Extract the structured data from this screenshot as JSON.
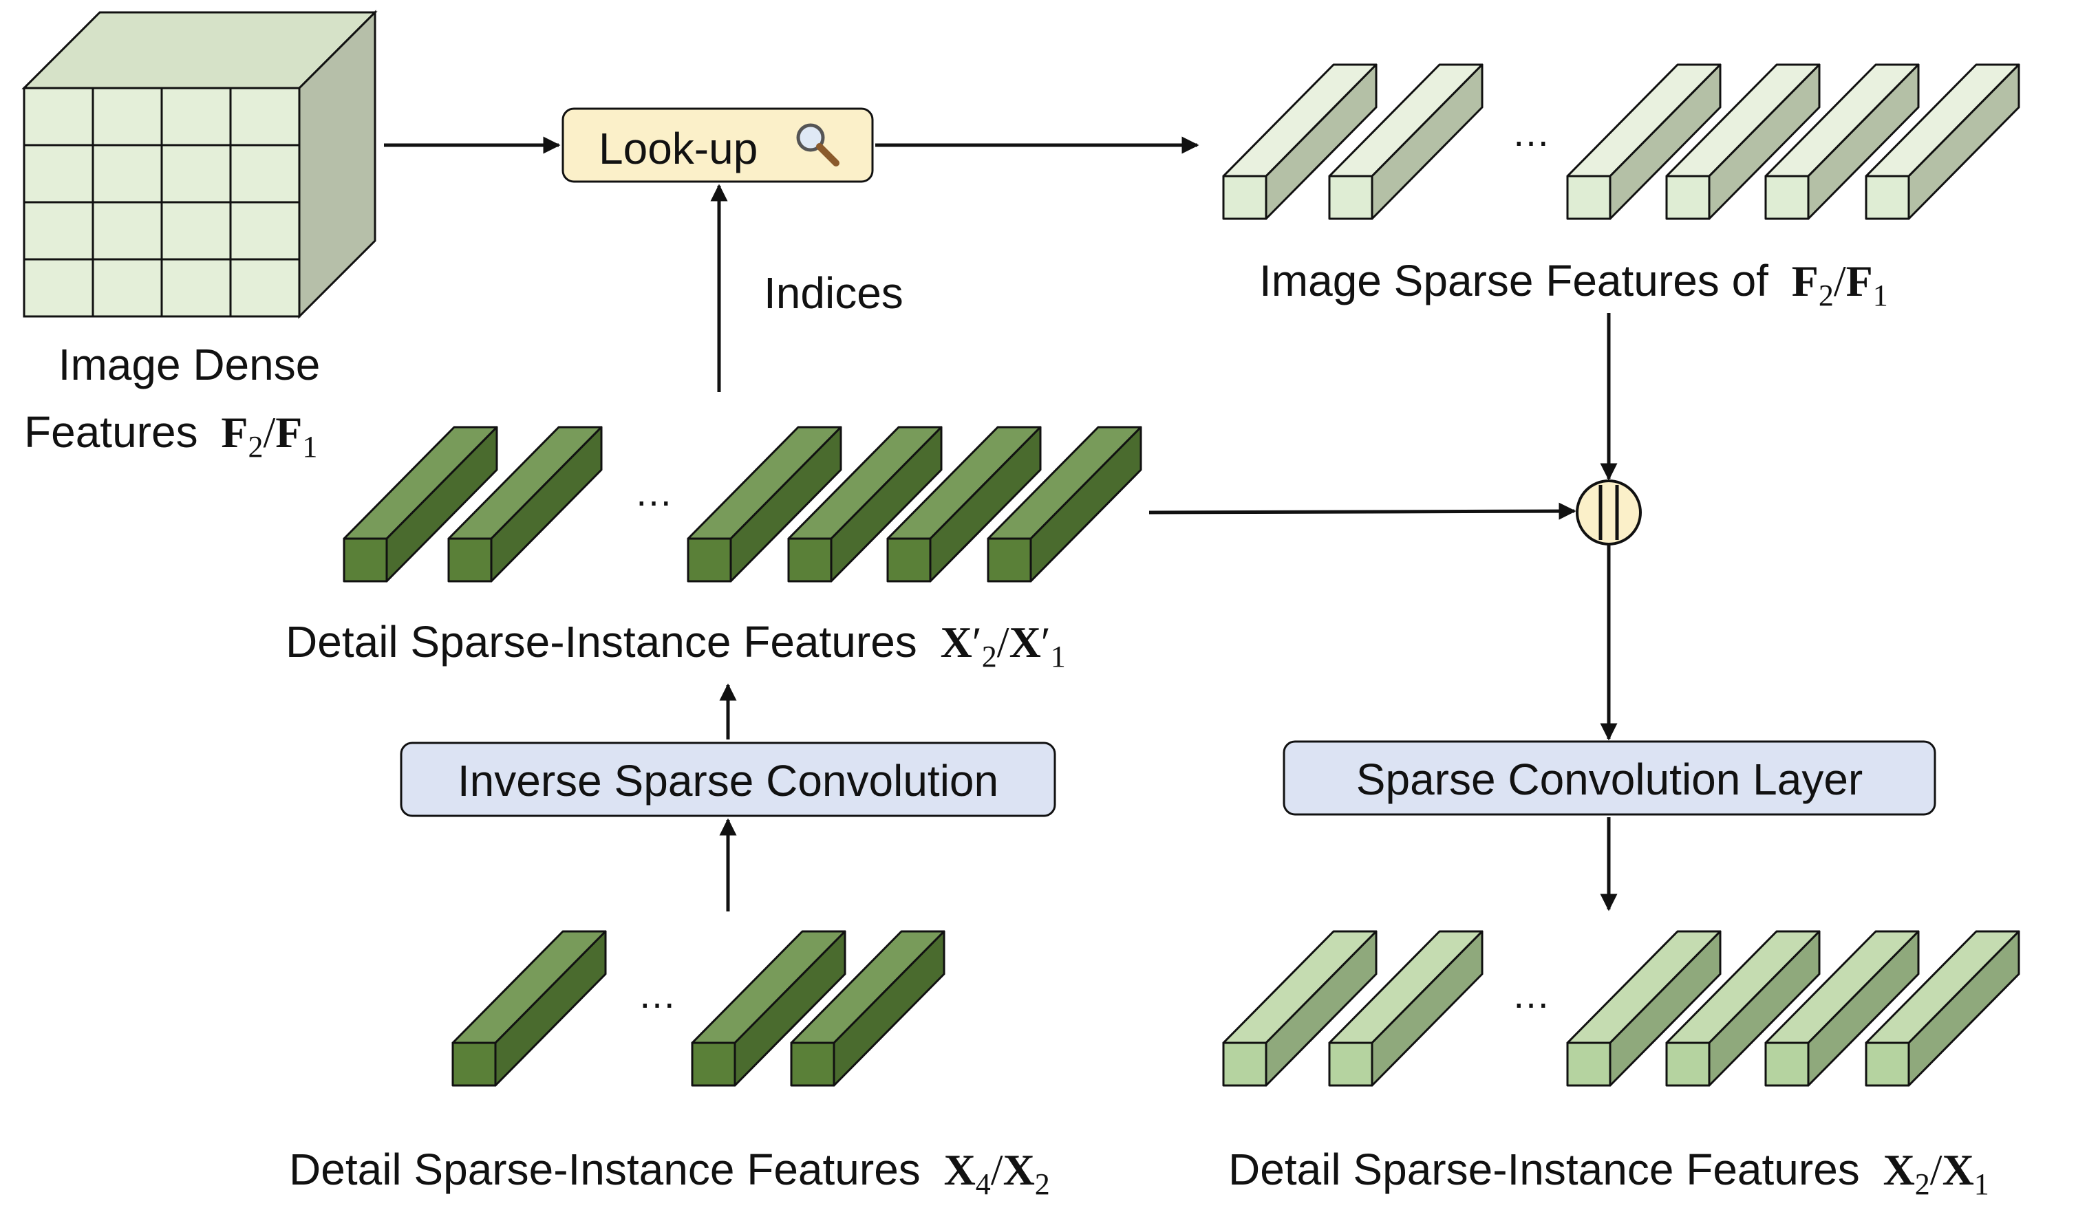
{
  "colors": {
    "dense_front": "#e4efd9",
    "dense_side": "#b6bfa9",
    "dense_top": "#d6e2c8",
    "image_sparse_front": "#dfedd4",
    "image_sparse_top": "#e9f1df",
    "image_sparse_side": "#b4c0a6",
    "detail_dark_front": "#5a8038",
    "detail_dark_top": "#789b5a",
    "detail_dark_side": "#4a6b2e",
    "detail_light_front": "#b5d3a0",
    "detail_light_top": "#c5dcb1",
    "detail_light_side": "#8fa97c",
    "lookup_fill": "#fbf0c9",
    "conv_fill": "#dce3f3",
    "concat_fill": "#fbf0c9",
    "line": "#111111"
  },
  "icons": {
    "lookup": "magnifier-icon",
    "concat": "concat-icon"
  },
  "lookup": {
    "label": "Look-up"
  },
  "indices_label": "Indices",
  "image_dense": {
    "line1": "Image Dense",
    "line2": "Features"
  },
  "image_sparse": {
    "prefix": "Image Sparse Features of"
  },
  "detail_mid": {
    "prefix": "Detail Sparse-Instance Features"
  },
  "detail_bottom_left": {
    "prefix": "Detail Sparse-Instance Features"
  },
  "detail_bottom_right": {
    "prefix": "Detail Sparse-Instance Features"
  },
  "inverse_conv": {
    "label": "Inverse Sparse Convolution"
  },
  "sparse_conv": {
    "label": "Sparse Convolution Layer"
  },
  "ellipsis": "…",
  "math": {
    "F": "F",
    "X": "X",
    "slash": "/",
    "prime": "′",
    "sub1": "1",
    "sub2": "2",
    "sub4": "4"
  }
}
